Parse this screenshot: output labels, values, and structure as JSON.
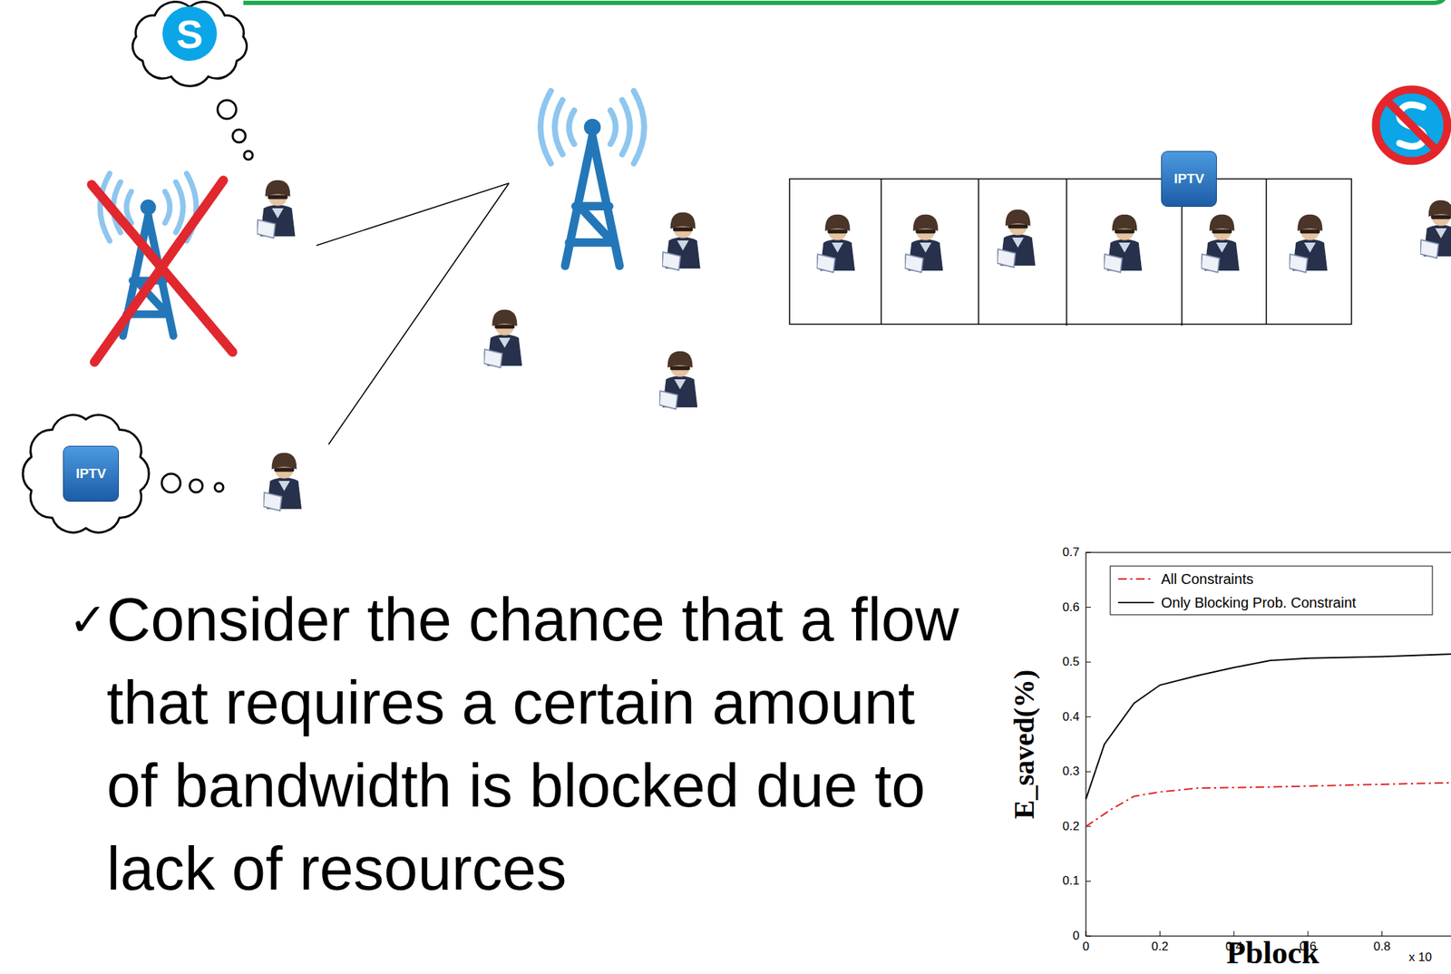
{
  "diagram": {
    "nodes": [
      {
        "text": [
          "IPTV"
        ]
      },
      {
        "text": [
          "IPTV"
        ]
      },
      {
        "text": [
          "S"
        ]
      }
    ],
    "labels": [
      "✓",
      "Consider the chance that a flow that requires a certain amount of bandwidth is blocked due to lack of resources",
      "0.7",
      "0.6",
      "0.5",
      "0.4",
      "0.3",
      "0.2",
      "0.1",
      "0",
      "0",
      "0.2",
      "0.4",
      "0.6",
      "0.8",
      "x 10",
      "E_saved(%)",
      "Pblock"
    ],
    "legend": [
      {
        "text": "All Constraints"
      },
      {
        "text": "Only Blocking Prob. Constraint"
      }
    ]
  }
}
